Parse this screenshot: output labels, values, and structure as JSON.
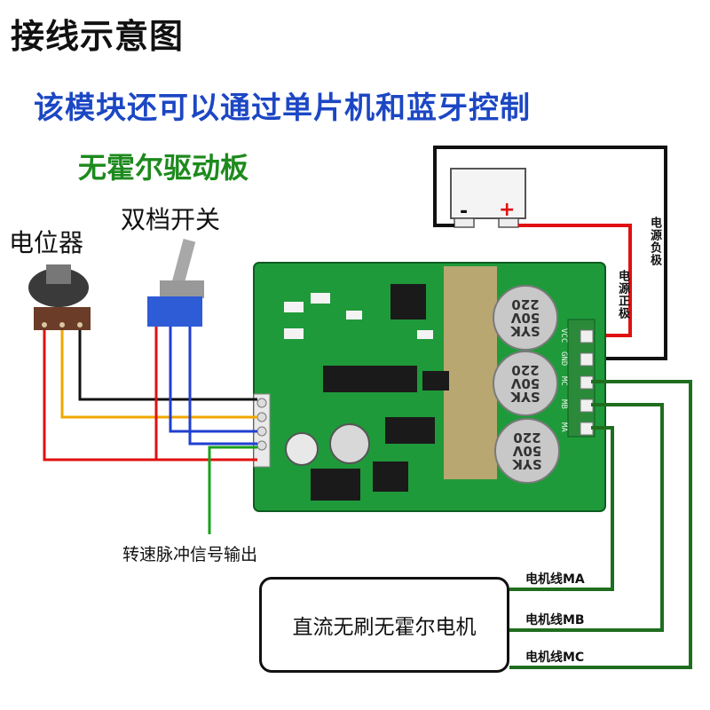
{
  "header": {
    "title": "接线示意图",
    "subtitle": "该模块还可以通过单片机和蓝牙控制",
    "board_label": "无霍尔驱动板"
  },
  "components": {
    "potentiometer": "电位器",
    "switch": "双档开关",
    "pulse_output": "转速脉冲信号输出",
    "motor": "直流无刷无霍尔电机"
  },
  "power": {
    "negative_label": "电源负极",
    "positive_label": "电源正极",
    "minus_sign": "-",
    "plus_sign": "+"
  },
  "motor_wires": {
    "ma": "电机线MA",
    "mb": "电机线MB",
    "mc": "电机线MC"
  },
  "board_pins": [
    "VCC",
    "GND",
    "MC",
    "MB",
    "MA"
  ],
  "capacitor_text": [
    "SYK",
    "50V",
    "220"
  ],
  "colors": {
    "title": "#111111",
    "subtitle": "#1c47c4",
    "board_label": "#1d8a1d",
    "pcb": "#1f9a3a",
    "wire_red": "#e01010",
    "wire_black": "#111111",
    "wire_yellow": "#f0a800",
    "wire_blue": "#1f3fd0",
    "wire_green": "#1aa01a",
    "wire_dark_green": "#1f6e1f"
  }
}
